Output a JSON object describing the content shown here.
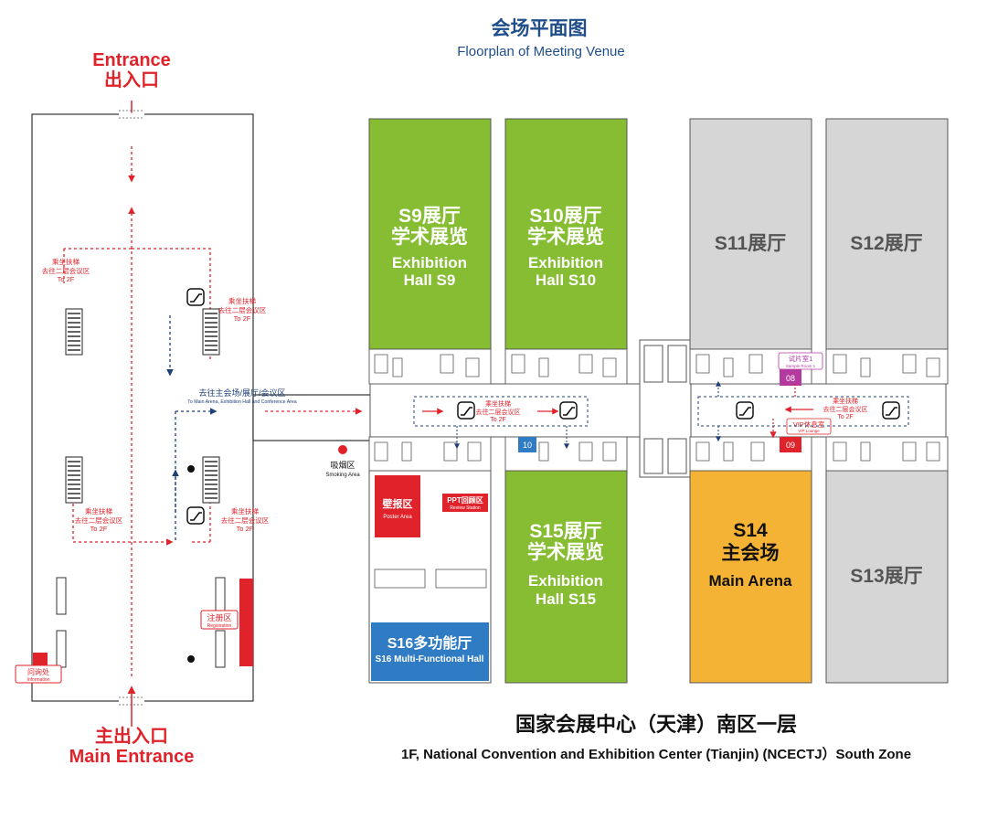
{
  "header": {
    "title_cn": "会场平面图",
    "title_en": "Floorplan of Meeting Venue"
  },
  "entrances": {
    "top_en": "Entrance",
    "top_cn": "出入口",
    "bottom_cn": "主出入口",
    "bottom_en": "Main Entrance"
  },
  "lobby": {
    "escalator_labels": [
      {
        "cn1": "乘坐扶梯",
        "cn2": "去往二层会议区",
        "en": "To 2F"
      },
      {
        "cn1": "乘坐扶梯",
        "cn2": "去往二层会议区",
        "en": "To 2F"
      },
      {
        "cn1": "乘坐扶梯",
        "cn2": "去往二层会议区",
        "en": "To 2F"
      },
      {
        "cn1": "乘坐扶梯",
        "cn2": "去往二层会议区",
        "en": "To 2F"
      }
    ],
    "corridor_cn": "去往主会场/展厅/会议区",
    "corridor_en": "To Main Arena, Exhibition Hall and Conference Area",
    "registration_cn": "注册区",
    "registration_en": "Registration",
    "info_cn": "问询处",
    "info_en": "Information"
  },
  "smoking": {
    "cn": "吸烟区",
    "en": "Smoking Area"
  },
  "halls": {
    "s9": {
      "line1": "S9展厅",
      "line2": "学术展览",
      "en1": "Exhibition",
      "en2": "Hall S9"
    },
    "s10": {
      "line1": "S10展厅",
      "line2": "学术展览",
      "en1": "Exhibition",
      "en2": "Hall S10"
    },
    "s11": {
      "line1": "S11展厅"
    },
    "s12": {
      "line1": "S12展厅"
    },
    "s13": {
      "line1": "S13展厅"
    },
    "s14": {
      "line1": "S14",
      "line2": "主会场",
      "en1": "Main Arena"
    },
    "s15": {
      "line1": "S15展厅",
      "line2": "学术展览",
      "en1": "Exhibition",
      "en2": "Hall S15"
    },
    "s16": {
      "cn": "S16多功能厅",
      "en": "S16 Multi-Functional Hall"
    }
  },
  "zones": {
    "poster_cn": "壁报区",
    "poster_en": "Poster Area",
    "ppt_cn": "PPT回顾区",
    "ppt_en": "Review Station",
    "room10": "10",
    "room08": "08",
    "room09": "09",
    "sample_cn": "试片室1",
    "sample_en": "Sample Room 1",
    "vip_cn": "VIP休息室",
    "vip_en": "VIP Lounge"
  },
  "corridor_escalators": [
    {
      "cn1": "乘坐扶梯",
      "cn2": "去往二层会议区",
      "en": "To 2F"
    },
    {
      "cn1": "乘坐扶梯",
      "cn2": "去往二层会议区",
      "en": "To 2F"
    }
  ],
  "footer": {
    "cn": "国家会展中心（天津）南区一层",
    "en": "1F, National Convention and Exhibition Center (Tianjin) (NCECTJ）South Zone"
  },
  "colors": {
    "green": "#86bd32",
    "gray": "#d6d6d6",
    "orange": "#f5b335",
    "blue": "#2f7cc4",
    "red": "#e0222a",
    "navy": "#1d3f7a",
    "title_blue": "#1f4e8a",
    "magenta": "#b53aa0"
  }
}
